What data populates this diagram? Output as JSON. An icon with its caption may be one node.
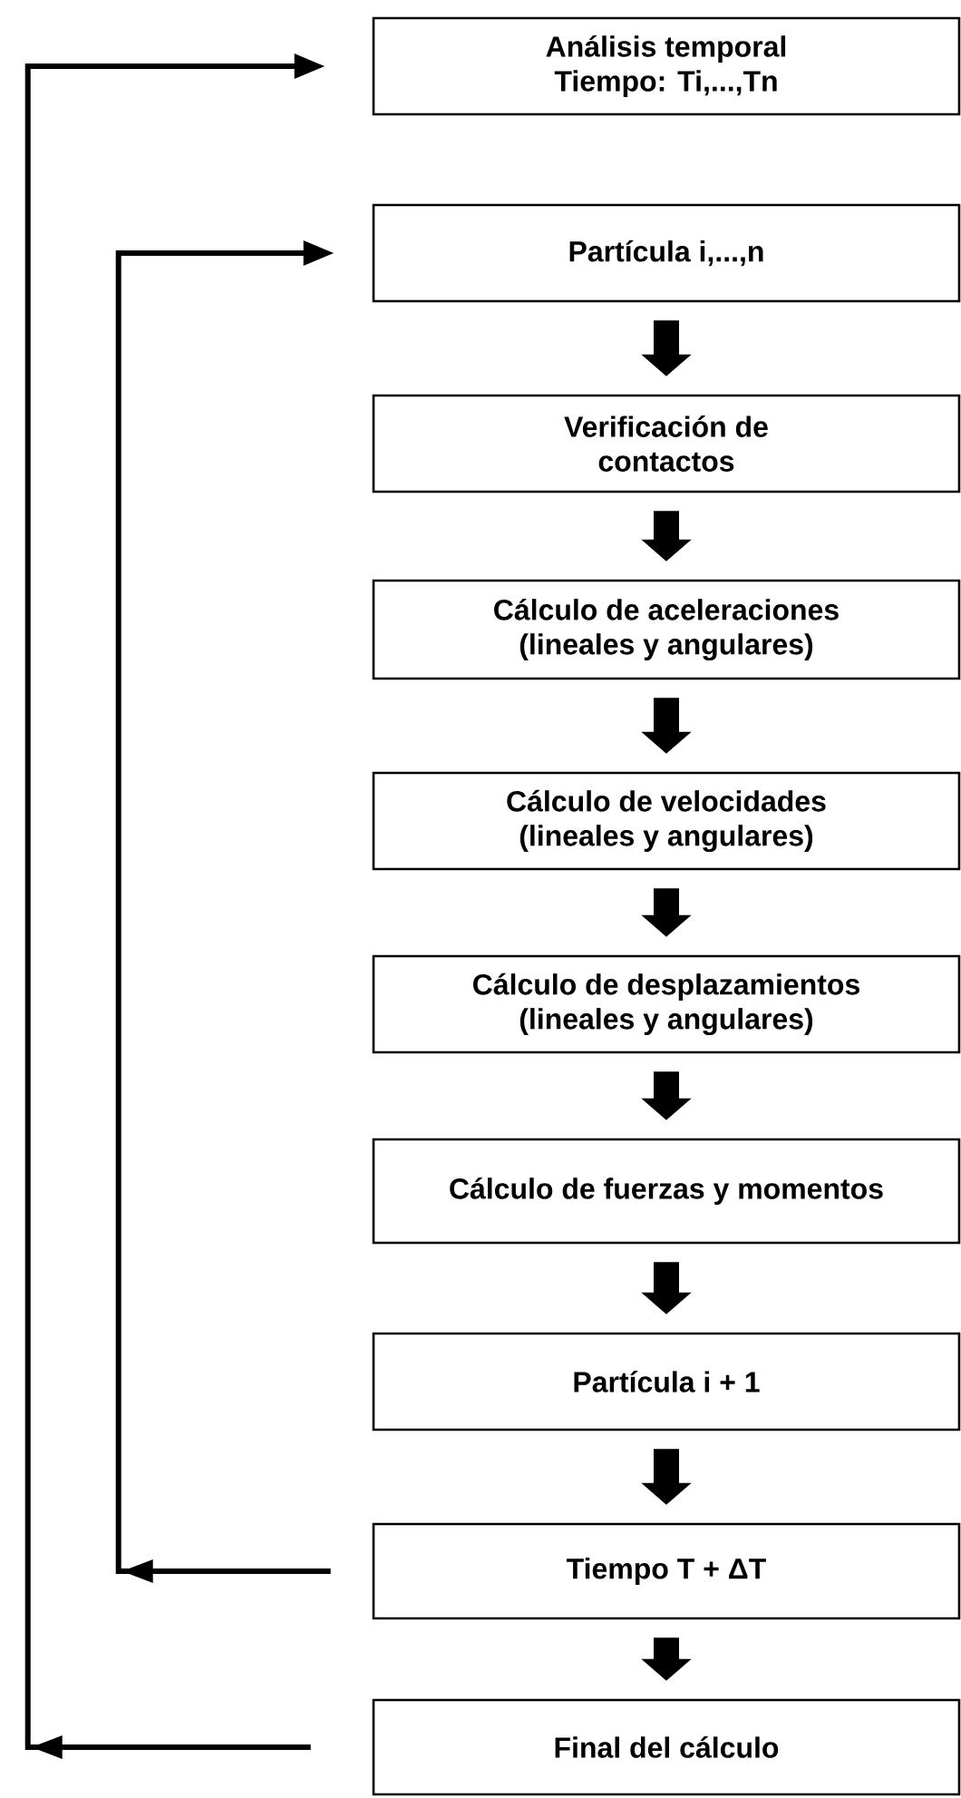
{
  "diagram": {
    "nodes": [
      {
        "text": [
          "Análisis temporal Tiempo: Ti,...,Tn"
        ]
      },
      {
        "text": [
          "Partícula i,...,n"
        ]
      },
      {
        "text": [
          "Verificación de contactos"
        ]
      },
      {
        "text": [
          "Cálculo de aceleraciones (lineales y angulares)"
        ]
      },
      {
        "text": [
          "Cálculo de velocidades (lineales y angulares)"
        ]
      },
      {
        "text": [
          "Cálculo de desplazamientos (lineales y angulares)"
        ]
      },
      {
        "text": [
          "Cálculo de fuerzas y momentos"
        ]
      },
      {
        "text": [
          "Partícula i + 1"
        ]
      },
      {
        "text": [
          "Tiempo T + ΔT"
        ]
      },
      {
        "text": [
          "Final del cálculo"
        ]
      }
    ],
    "edges": [
      {
        "from": 1,
        "to": 2,
        "arrow": "to"
      },
      {
        "from": 2,
        "to": 3,
        "arrow": "to"
      },
      {
        "from": 3,
        "to": 4,
        "arrow": "to"
      },
      {
        "from": 4,
        "to": 5,
        "arrow": "to"
      },
      {
        "from": 5,
        "to": 6,
        "arrow": "to"
      },
      {
        "from": 6,
        "to": 7,
        "arrow": "to"
      },
      {
        "from": 7,
        "to": 8,
        "arrow": "to"
      },
      {
        "from": 8,
        "to": 9,
        "arrow": "to"
      },
      {
        "from": 8,
        "to": 1,
        "arrow": "to"
      },
      {
        "from": 9,
        "to": 0,
        "arrow": "to"
      }
    ]
  }
}
